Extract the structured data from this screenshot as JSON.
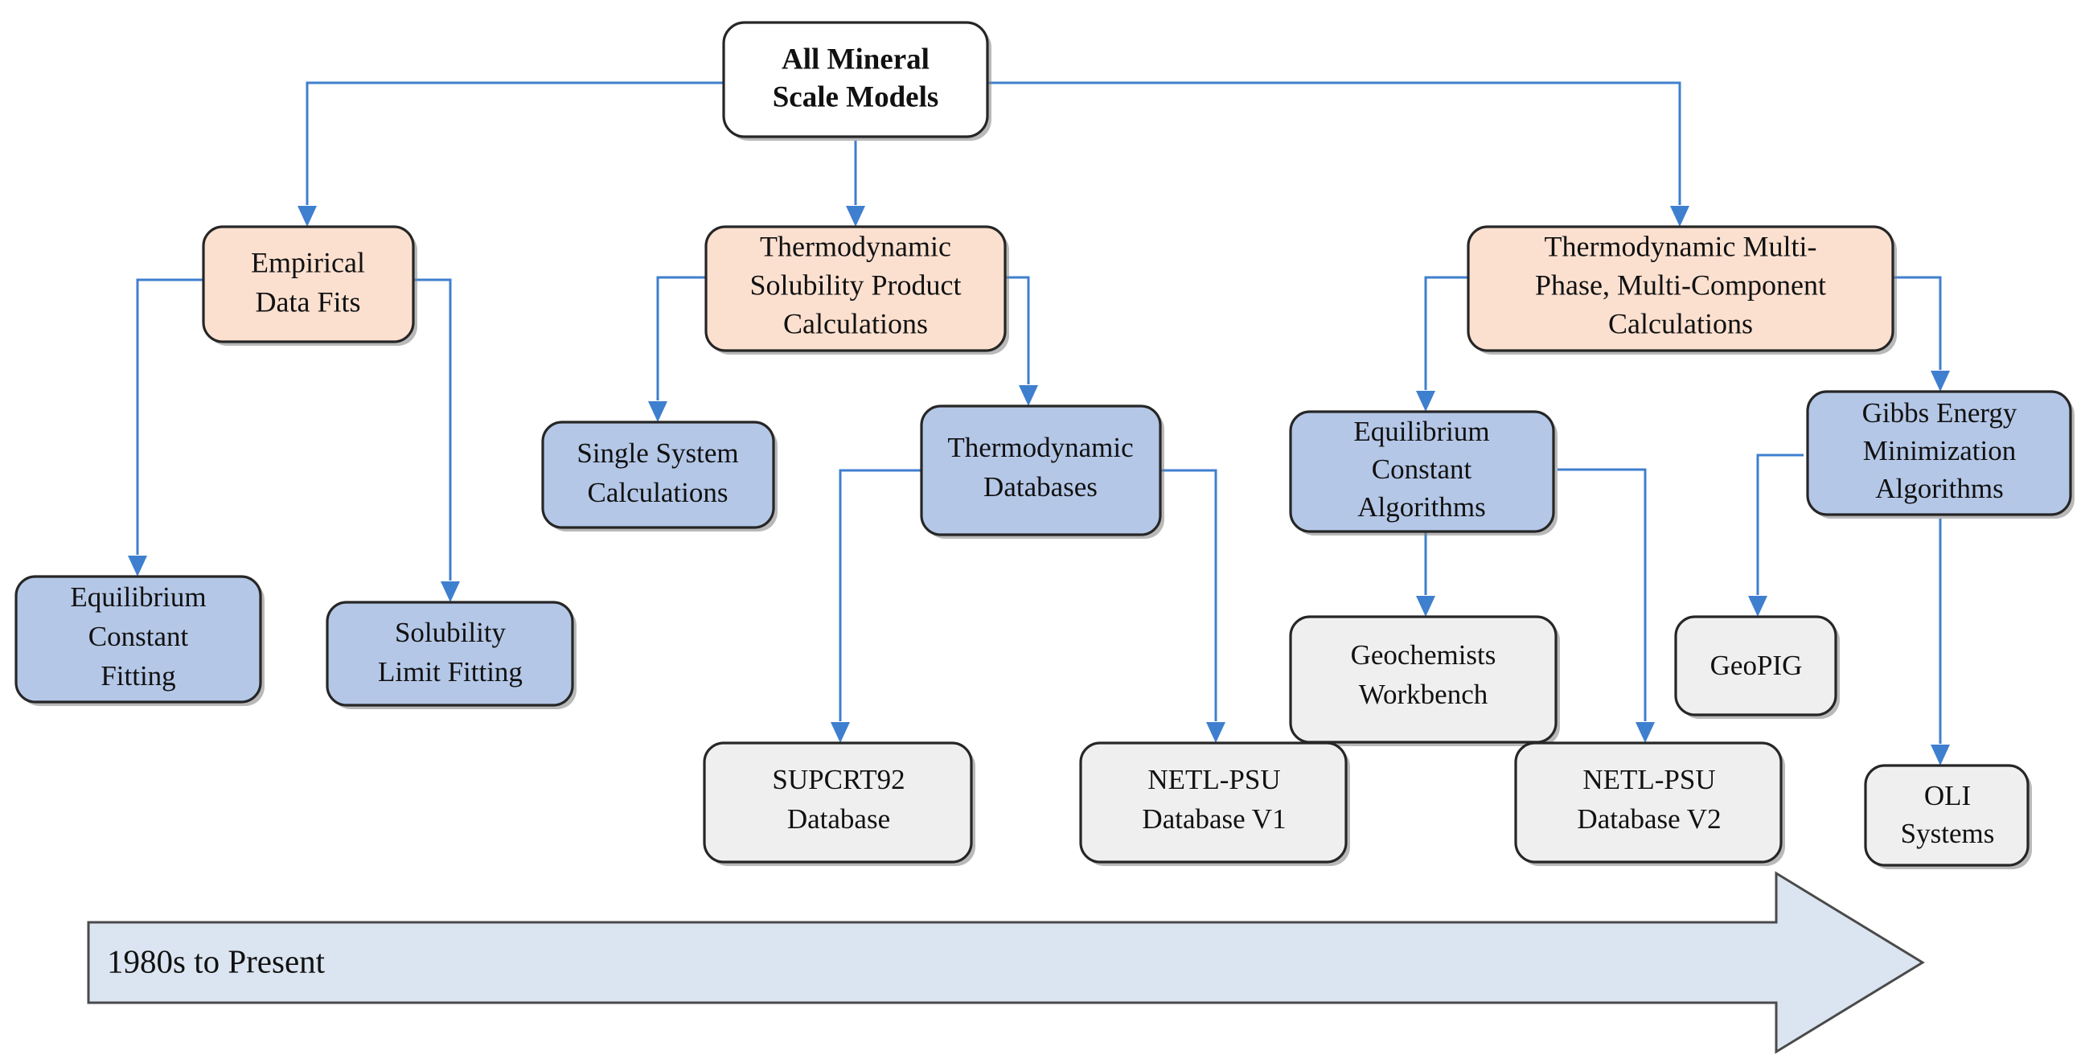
{
  "diagram": {
    "title": "All Mineral Scale Models taxonomy flowchart",
    "colors": {
      "root_fill": "#FFFFFF",
      "category_fill": "#FBE0D0",
      "method_fill": "#B4C7E7",
      "software_fill": "#EFEFEF",
      "node_border": "#262626",
      "connector": "#3F7FCF",
      "banner_fill": "#DBE5F1",
      "banner_border": "#4A4A4A",
      "text": "#111111"
    },
    "nodes": {
      "root": {
        "label": "All Mineral\nScale Models",
        "line1": "All Mineral",
        "line2": "Scale Models",
        "kind": "root"
      },
      "empirical_data_fits": {
        "label": "Empirical\nData Fits",
        "line1": "Empirical",
        "line2": "Data Fits",
        "kind": "category"
      },
      "thermo_solubility_product": {
        "label": "Thermodynamic\nSolubility Product\nCalculations",
        "line1": "Thermodynamic",
        "line2": "Solubility Product",
        "line3": "Calculations",
        "kind": "category"
      },
      "thermo_multiphase": {
        "label": "Thermodynamic Multi-\nPhase, Multi-Component\nCalculations",
        "line1": "Thermodynamic Multi-",
        "line2": "Phase, Multi-Component",
        "line3": "Calculations",
        "kind": "category"
      },
      "equilibrium_constant_fitting": {
        "label": "Equilibrium\nConstant\nFitting",
        "line1": "Equilibrium",
        "line2": "Constant",
        "line3": "Fitting",
        "kind": "method"
      },
      "solubility_limit_fitting": {
        "label": "Solubility\nLimit Fitting",
        "line1": "Solubility",
        "line2": "Limit Fitting",
        "kind": "method"
      },
      "single_system_calculations": {
        "label": "Single System\nCalculations",
        "line1": "Single System",
        "line2": "Calculations",
        "kind": "method"
      },
      "thermodynamic_databases": {
        "label": "Thermodynamic\nDatabases",
        "line1": "Thermodynamic",
        "line2": "Databases",
        "kind": "method"
      },
      "equilibrium_constant_algorithms": {
        "label": "Equilibrium\nConstant\nAlgorithms",
        "line1": "Equilibrium",
        "line2": "Constant",
        "line3": "Algorithms",
        "kind": "method"
      },
      "gibbs_energy_minimization": {
        "label": "Gibbs Energy\nMinimization\nAlgorithms",
        "line1": "Gibbs Energy",
        "line2": "Minimization",
        "line3": "Algorithms",
        "kind": "method"
      },
      "geochemists_workbench": {
        "label": "Geochemists\nWorkbench",
        "line1": "Geochemists",
        "line2": "Workbench",
        "kind": "software"
      },
      "geopig": {
        "label": "GeoPIG",
        "line1": "GeoPIG",
        "kind": "software"
      },
      "supcrt92_database": {
        "label": "SUPCRT92\nDatabase",
        "line1": "SUPCRT92",
        "line2": "Database",
        "kind": "software"
      },
      "netl_psu_database_v1": {
        "label": "NETL-PSU\nDatabase V1",
        "line1": "NETL-PSU",
        "line2": "Database V1",
        "kind": "software"
      },
      "netl_psu_database_v2": {
        "label": "NETL-PSU\nDatabase V2",
        "line1": "NETL-PSU",
        "line2": "Database V2",
        "kind": "software"
      },
      "oli_systems": {
        "label": "OLI\nSystems",
        "line1": "OLI",
        "line2": "Systems",
        "kind": "software"
      }
    },
    "timeline_banner": {
      "label": "1980s to Present"
    },
    "edges": [
      {
        "from": "root",
        "to": "empirical_data_fits"
      },
      {
        "from": "root",
        "to": "thermo_solubility_product"
      },
      {
        "from": "root",
        "to": "thermo_multiphase"
      },
      {
        "from": "empirical_data_fits",
        "to": "equilibrium_constant_fitting"
      },
      {
        "from": "empirical_data_fits",
        "to": "solubility_limit_fitting"
      },
      {
        "from": "thermo_solubility_product",
        "to": "single_system_calculations"
      },
      {
        "from": "thermo_solubility_product",
        "to": "thermodynamic_databases"
      },
      {
        "from": "thermodynamic_databases",
        "to": "supcrt92_database"
      },
      {
        "from": "thermodynamic_databases",
        "to": "netl_psu_database_v1"
      },
      {
        "from": "thermo_multiphase",
        "to": "equilibrium_constant_algorithms"
      },
      {
        "from": "thermo_multiphase",
        "to": "gibbs_energy_minimization"
      },
      {
        "from": "equilibrium_constant_algorithms",
        "to": "geochemists_workbench"
      },
      {
        "from": "equilibrium_constant_algorithms",
        "to": "netl_psu_database_v2"
      },
      {
        "from": "gibbs_energy_minimization",
        "to": "geopig"
      },
      {
        "from": "gibbs_energy_minimization",
        "to": "oli_systems"
      }
    ]
  }
}
